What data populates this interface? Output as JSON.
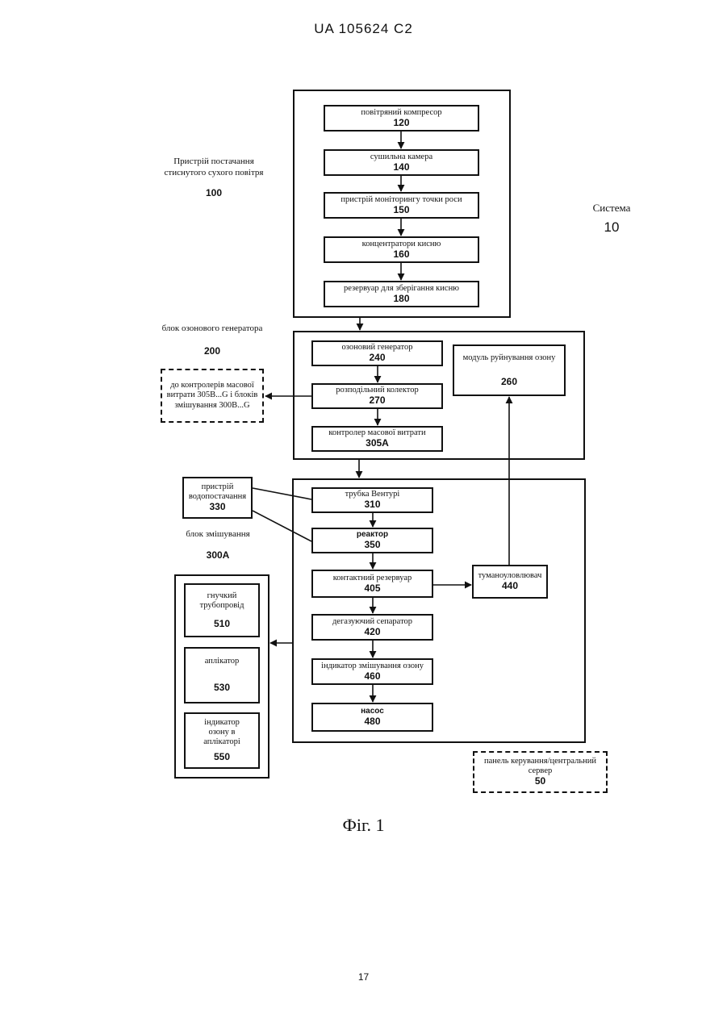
{
  "header": "UA   105624   C2",
  "system": {
    "label": "Система",
    "num": "10"
  },
  "groups": {
    "air": {
      "label": "Пристрій постачання стиснутого сухого повітря",
      "num": "100"
    },
    "ozone": {
      "label": "блок озонового генератора",
      "num": "200"
    },
    "mixing": {
      "label": "блок змішування",
      "num": "300A"
    }
  },
  "blocks": {
    "b120": {
      "label": "повітряний компресор",
      "num": "120"
    },
    "b140": {
      "label": "сушильна камера",
      "num": "140"
    },
    "b150": {
      "label": "пристрій моніторингу точки роси",
      "num": "150"
    },
    "b160": {
      "label": "концентратори кисню",
      "num": "160"
    },
    "b180": {
      "label": "резервуар для зберігання кисню",
      "num": "180"
    },
    "b240": {
      "label": "озоновий генератор",
      "num": "240"
    },
    "b270": {
      "label": "розподільний колектор",
      "num": "270"
    },
    "b305": {
      "label": "контролер масової витрати",
      "num": "305A"
    },
    "b260": {
      "label": "модуль руйнування озону",
      "num": "260"
    },
    "b330": {
      "label": "пристрій водопостачання",
      "num": "330"
    },
    "b310": {
      "label": "трубка Вентурі",
      "num": "310"
    },
    "b350": {
      "label": "реактор",
      "num": "350"
    },
    "b405": {
      "label": "контактний резервуар",
      "num": "405"
    },
    "b440": {
      "label": "туманоуловлювач",
      "num": "440"
    },
    "b420": {
      "label": "дегазуючий сепаратор",
      "num": "420"
    },
    "b460": {
      "label": "індикатор змішування озону",
      "num": "460"
    },
    "b480": {
      "label": "насос",
      "num": "480"
    },
    "b510": {
      "label": "гнучкий трубопровід",
      "num": "510"
    },
    "b530": {
      "label": "аплікатор",
      "num": "530"
    },
    "b550": {
      "label": "індикатор озону в аплікаторі",
      "num": "550"
    }
  },
  "external": {
    "label": "до контролерів масової витрати 305B...G і блоків змішування 300B...G"
  },
  "panel": {
    "label": "панель керування/центральний сервер",
    "num": "50"
  },
  "figure": "Фіг. 1",
  "page_number": "17"
}
